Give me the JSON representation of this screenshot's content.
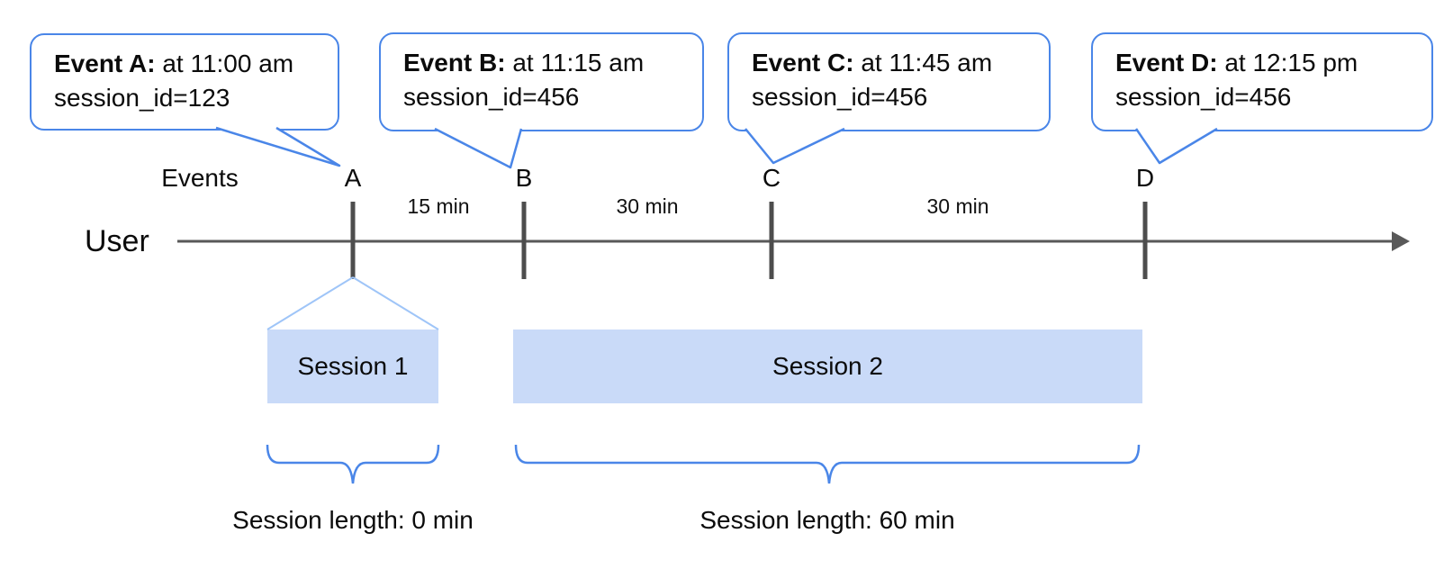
{
  "diagram": {
    "user_label": "User",
    "events_axis_label": "Events",
    "callouts": [
      {
        "marker": "A",
        "title_bold": "Event A:",
        "title_rest": " at 11:00 am",
        "line2": "session_id=123"
      },
      {
        "marker": "B",
        "title_bold": "Event B:",
        "title_rest": " at 11:15 am",
        "line2": "session_id=456"
      },
      {
        "marker": "C",
        "title_bold": "Event C:",
        "title_rest": " at 11:45 am",
        "line2": "session_id=456"
      },
      {
        "marker": "D",
        "title_bold": "Event D:",
        "title_rest": " at 12:15 pm",
        "line2": "session_id=456"
      }
    ],
    "event_markers": [
      "A",
      "B",
      "C",
      "D"
    ],
    "interval_labels": [
      "15 min",
      "30 min",
      "30 min"
    ],
    "sessions": [
      {
        "label": "Session 1",
        "length_label": "Session length: 0 min"
      },
      {
        "label": "Session 2",
        "length_label": "Session length: 60 min"
      }
    ],
    "colors": {
      "accent_blue": "#4a86e8",
      "session_fill": "#c9daf8",
      "funnel_blue": "#9fc5f8",
      "timeline_gray": "#595959",
      "tick_gray": "#4d4d4d"
    }
  }
}
